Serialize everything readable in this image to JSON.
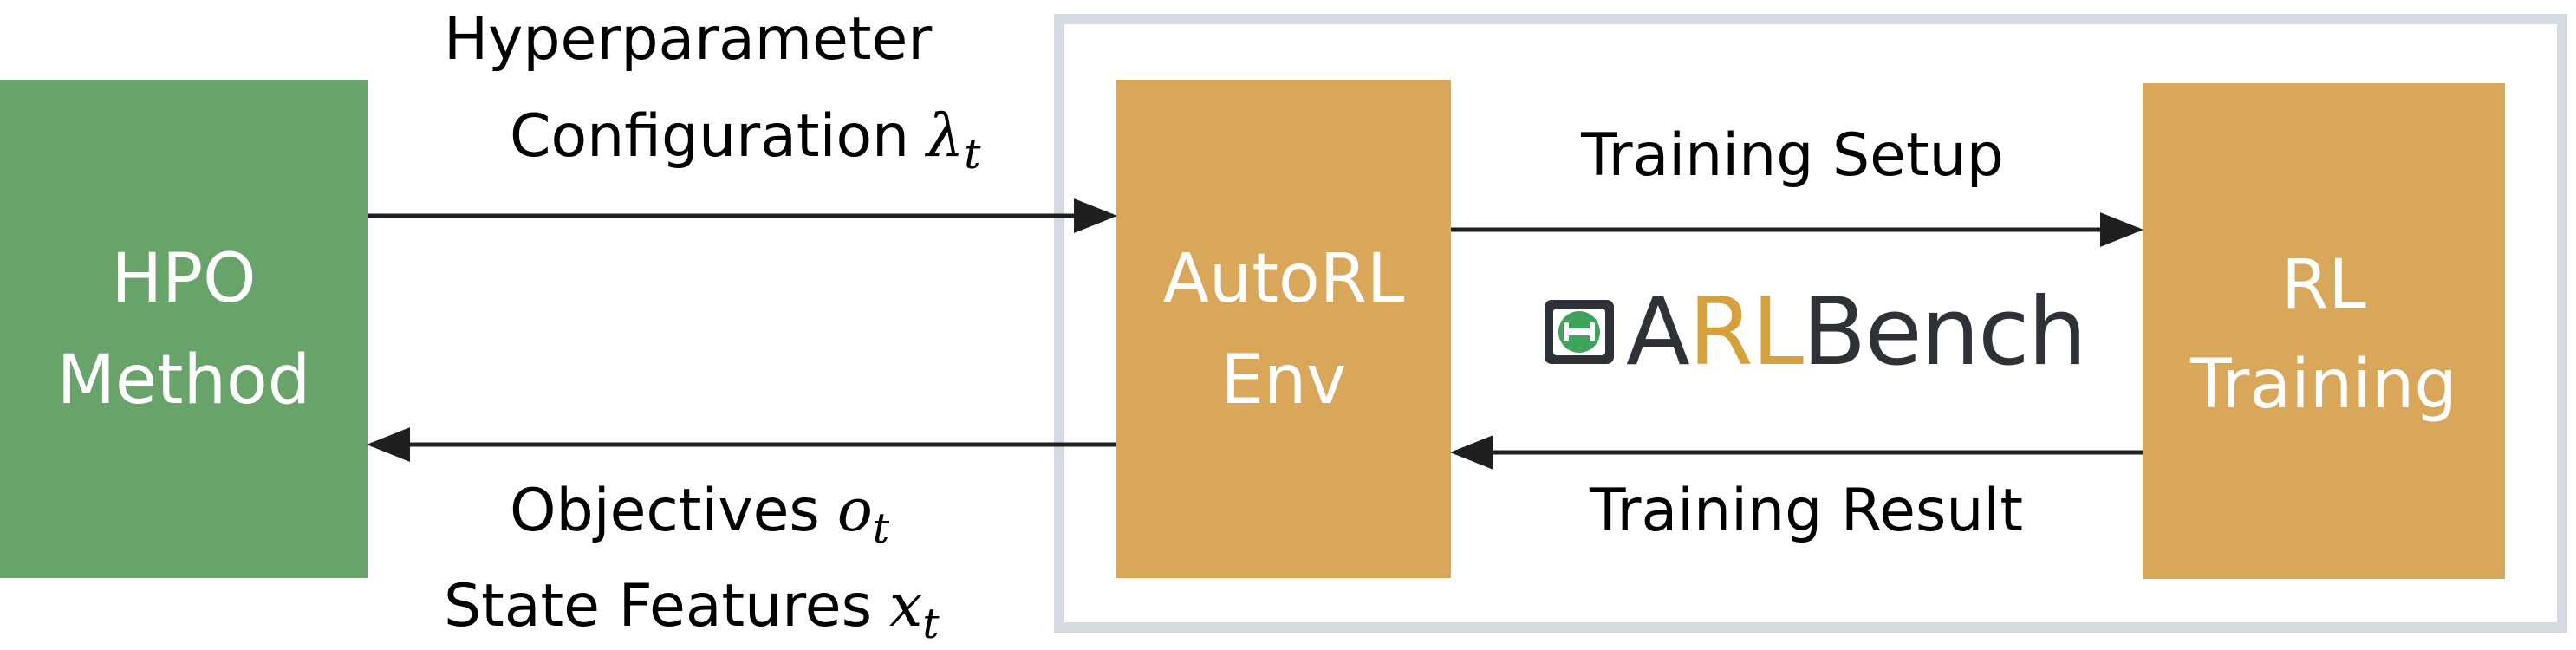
{
  "colors": {
    "hpo_box": "#68a46a",
    "env_box": "#d8a75a",
    "frame": "#d5dbe2",
    "arrow": "#1f1f1f",
    "logo_dark": "#2e3237",
    "logo_accent": "#d4a13d",
    "logo_green": "#3fa35e"
  },
  "nodes": {
    "hpo_method": {
      "line1": "HPO",
      "line2": "Method"
    },
    "autorl_env": {
      "line1": "AutoRL",
      "line2": "Env"
    },
    "rl_training": {
      "line1": "RL",
      "line2": "Training"
    }
  },
  "edges": {
    "hyperparameter": {
      "line1": "Hyperparameter",
      "line2": "Configuration",
      "symbol": "λ",
      "subscript": "t"
    },
    "objectives": {
      "line1": "Objectives",
      "symbol1": "o",
      "subscript1": "t",
      "line2": "State Features",
      "symbol2": "x",
      "subscript2": "t"
    },
    "training_setup": {
      "label": "Training Setup"
    },
    "training_result": {
      "label": "Training Result"
    }
  },
  "logo": {
    "icon": "dumbbell-icon",
    "part_a": "A",
    "part_rl": "RL",
    "part_bench": "Bench"
  }
}
